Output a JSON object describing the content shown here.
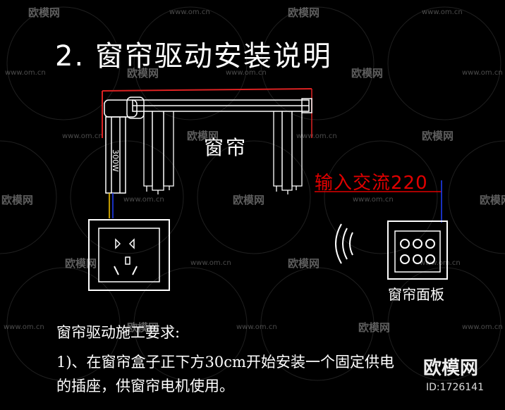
{
  "title": "2. 窗帘驱动安装说明",
  "labels": {
    "curtain": "窗帘",
    "power_input": "输入交流220",
    "panel": "窗帘面板",
    "motor_text": "300W"
  },
  "requirements": {
    "heading": "窗帘驱动施工要求:",
    "line1": "1)、在窗帘盒子正下方30cm开始安装一个固定供电",
    "line2": "的插座，供窗帘电机使用。"
  },
  "watermark": {
    "brand": "欧模网",
    "site": "www.om.cn",
    "id": "ID:1726141"
  },
  "colors": {
    "background": "#000000",
    "line": "#ffffff",
    "accent_red": "#e00000",
    "wire_blue": "#2040ff"
  }
}
